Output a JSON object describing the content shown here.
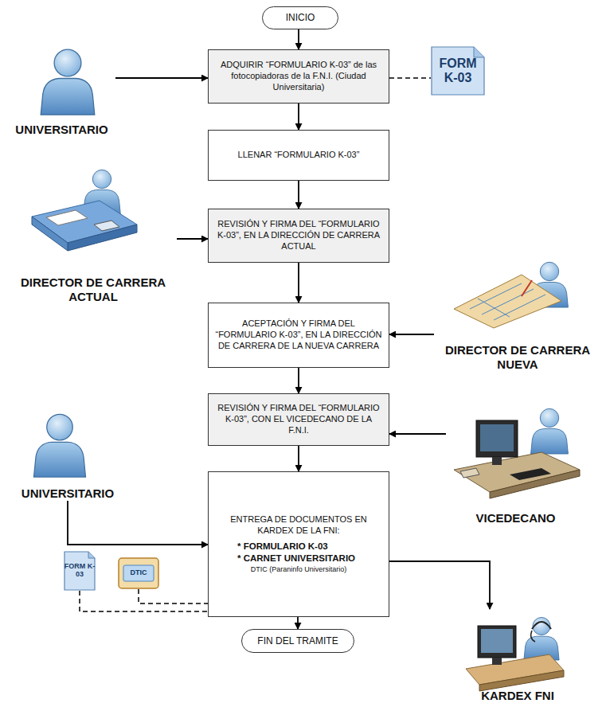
{
  "diagram": {
    "nodes": [
      {
        "text": [
          "INICIO"
        ]
      },
      {
        "text": [
          "UNIVERSITARIO"
        ]
      },
      {
        "text": [
          "ADQUIRIR “FORMULARIO K-03” de las fotocopiadoras de la F.N.I. (Ciudad Universitaria)"
        ]
      },
      {
        "text": [
          "FORM K-03"
        ]
      },
      {
        "text": [
          "LLENAR “FORMULARIO K-03”"
        ]
      },
      {
        "text": [
          "DIRECTOR DE CARRERA ACTUAL"
        ]
      },
      {
        "text": [
          "REVISIÓN Y FIRMA DEL “FORMULARIO K-03”, EN LA DIRECCIÓN DE CARRERA ACTUAL"
        ]
      },
      {
        "text": [
          "ACEPTACIÓN Y FIRMA DEL “FORMULARIO K-03”, EN LA DIRECCIÓN DE CARRERA DE LA NUEVA CARRERA"
        ]
      },
      {
        "text": [
          "DIRECTOR DE CARRERA NUEVA"
        ]
      },
      {
        "text": [
          "REVISIÓN Y FIRMA DEL “FORMULARIO K-03”, CON EL VICEDECANO DE LA F.N.I."
        ]
      },
      {
        "text": [
          "VICEDECANO"
        ]
      },
      {
        "text": [
          "UNIVERSITARIO"
        ]
      },
      {
        "text": [
          "ENTREGA DE DOCUMENTOS EN KARDEX DE LA FNI:",
          "* FORMULARIO K-03",
          "* CARNET UNIVERSITARIO",
          "DTIC (Paraninfo Universitario)"
        ]
      },
      {
        "text": [
          "FORM K-03"
        ]
      },
      {
        "text": [
          "DTIC"
        ]
      },
      {
        "text": [
          "FIN DEL TRAMITE"
        ]
      },
      {
        "text": [
          "KARDEX FNI"
        ]
      }
    ],
    "edges": [
      {
        "from": 0,
        "to": 2,
        "arrow": "to"
      },
      {
        "from": 1,
        "to": 2,
        "arrow": "to"
      },
      {
        "from": 2,
        "to": 3,
        "arrow": "none"
      },
      {
        "from": 2,
        "to": 4,
        "arrow": "to"
      },
      {
        "from": 4,
        "to": 6,
        "arrow": "to"
      },
      {
        "from": 5,
        "to": 6,
        "arrow": "to"
      },
      {
        "from": 6,
        "to": 7,
        "arrow": "to"
      },
      {
        "from": 8,
        "to": 7,
        "arrow": "to"
      },
      {
        "from": 7,
        "to": 9,
        "arrow": "to"
      },
      {
        "from": 10,
        "to": 9,
        "arrow": "to"
      },
      {
        "from": 9,
        "to": 12,
        "arrow": "to"
      },
      {
        "from": 11,
        "to": 12,
        "arrow": "to"
      },
      {
        "from": 13,
        "to": 12,
        "arrow": "none"
      },
      {
        "from": 14,
        "to": 12,
        "arrow": "none"
      },
      {
        "from": 12,
        "to": 15,
        "arrow": "to"
      },
      {
        "from": 12,
        "to": 16,
        "arrow": "to"
      }
    ]
  }
}
